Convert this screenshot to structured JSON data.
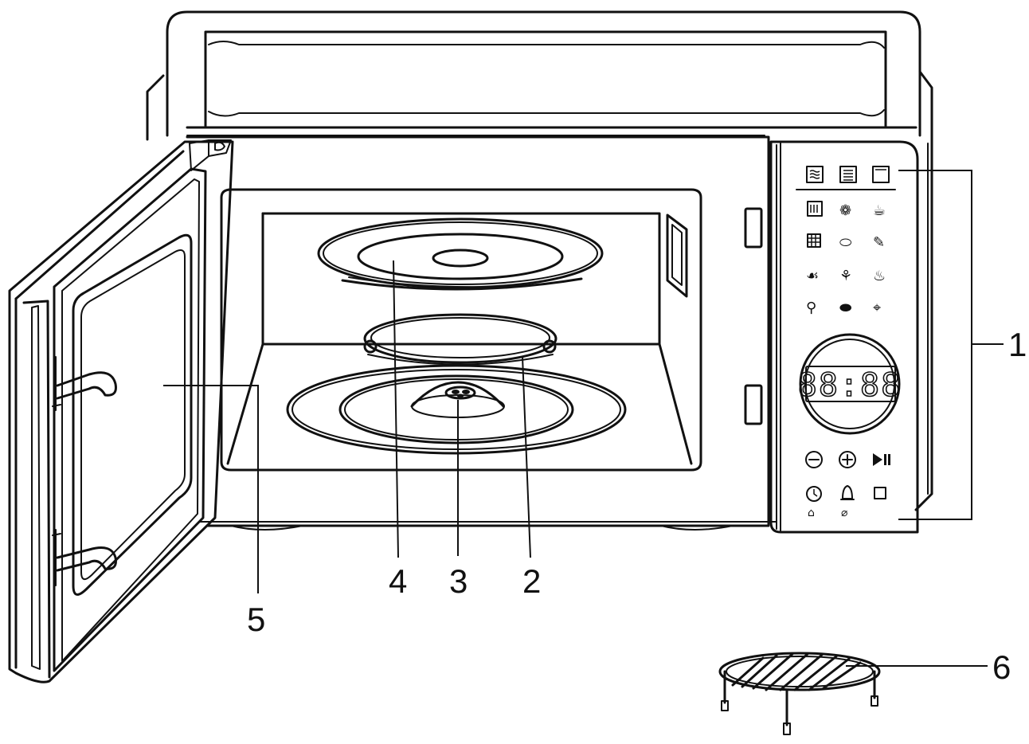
{
  "callouts": {
    "c1": "1",
    "c2": "2",
    "c3": "3",
    "c4": "4",
    "c5": "5",
    "c6": "6"
  },
  "control_panel": {
    "display": "88:88",
    "mode_icons": [
      "microwave-icon",
      "grill-icon",
      "oven-icon"
    ],
    "auto_menu_icons": [
      "defrost-icon",
      "pizza-icon",
      "beverage-icon",
      "grid-icon",
      "potato-icon",
      "vegetable-icon",
      "chicken-icon",
      "fish-icon",
      "soup-icon",
      "drumstick-icon",
      "steak-icon",
      "fries-icon"
    ],
    "bottom_icons": [
      "minus-icon",
      "plus-icon",
      "start-pause-icon",
      "clock-icon",
      "bell-icon",
      "stop-icon"
    ]
  }
}
